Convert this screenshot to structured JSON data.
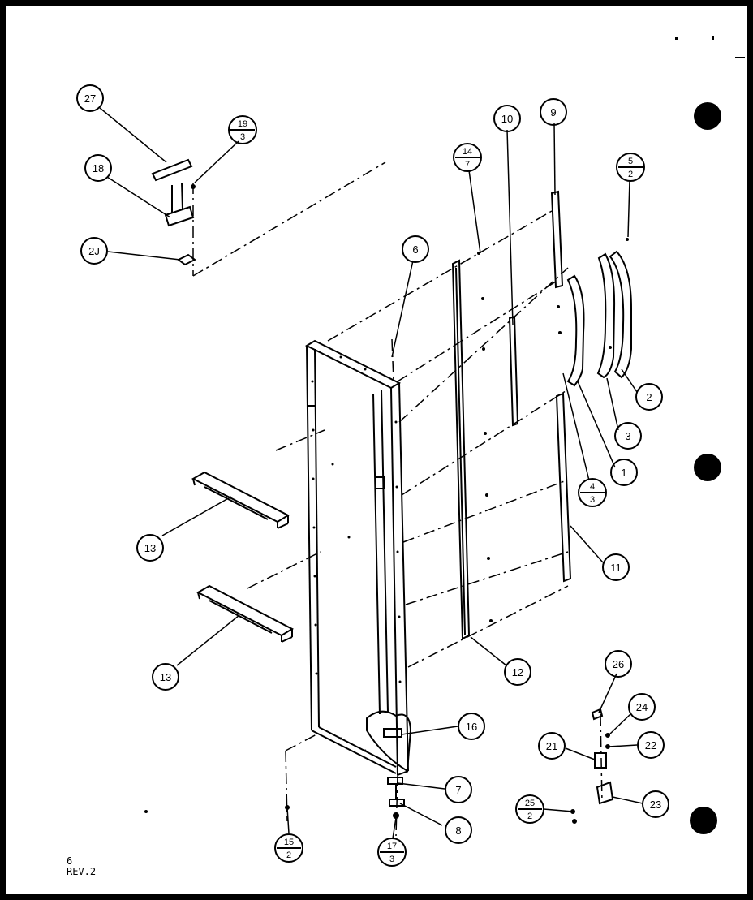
{
  "callouts": [
    {
      "id": "c27",
      "label": "27"
    },
    {
      "id": "c19",
      "num": "19",
      "den": "3"
    },
    {
      "id": "c18",
      "label": "18"
    },
    {
      "id": "c20",
      "label": "2J"
    },
    {
      "id": "c6",
      "label": "6"
    },
    {
      "id": "c14",
      "num": "14",
      "den": "7"
    },
    {
      "id": "c10",
      "label": "10"
    },
    {
      "id": "c9",
      "label": "9"
    },
    {
      "id": "c5",
      "num": "5",
      "den": "2"
    },
    {
      "id": "c2",
      "label": "2"
    },
    {
      "id": "c3",
      "label": "3"
    },
    {
      "id": "c1",
      "label": "1"
    },
    {
      "id": "c4",
      "num": "4",
      "den": "3"
    },
    {
      "id": "c11",
      "label": "11"
    },
    {
      "id": "c12",
      "label": "12"
    },
    {
      "id": "c13a",
      "label": "13"
    },
    {
      "id": "c13b",
      "label": "13"
    },
    {
      "id": "c16",
      "label": "16"
    },
    {
      "id": "c7",
      "label": "7"
    },
    {
      "id": "c8",
      "label": "8"
    },
    {
      "id": "c15",
      "num": "15",
      "den": "2"
    },
    {
      "id": "c17",
      "num": "17",
      "den": "3"
    },
    {
      "id": "c26",
      "label": "26"
    },
    {
      "id": "c24",
      "label": "24"
    },
    {
      "id": "c21",
      "label": "21"
    },
    {
      "id": "c22",
      "label": "22"
    },
    {
      "id": "c25",
      "num": "25",
      "den": "2"
    },
    {
      "id": "c23",
      "label": "23"
    }
  ],
  "footer": {
    "page": "6",
    "revision": "REV.2"
  }
}
